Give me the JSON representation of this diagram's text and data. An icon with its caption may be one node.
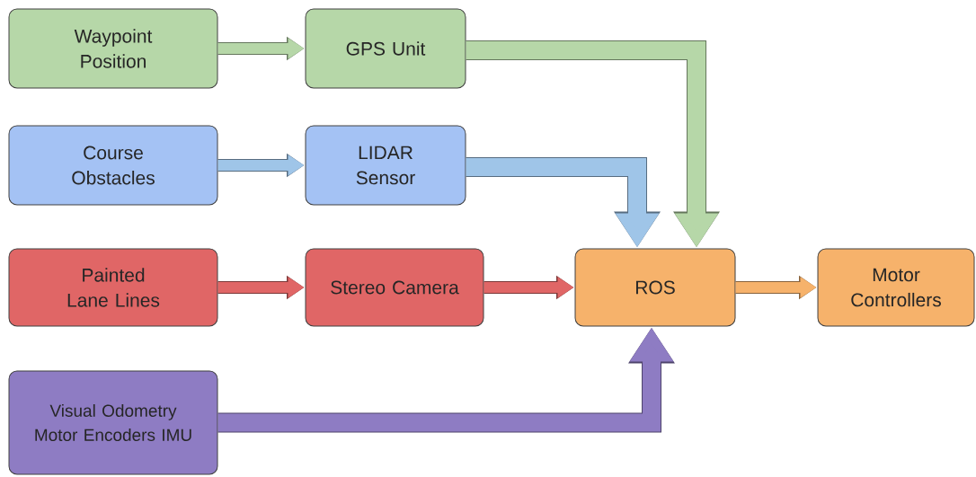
{
  "diagram": {
    "nodes": [
      {
        "text": [
          "Waypoint Position"
        ]
      },
      {
        "text": [
          "GPS Unit"
        ]
      },
      {
        "text": [
          "Course Obstacles"
        ]
      },
      {
        "text": [
          "LIDAR Sensor"
        ]
      },
      {
        "text": [
          "Painted Lane Lines"
        ]
      },
      {
        "text": [
          "Stereo Camera"
        ]
      },
      {
        "text": [
          "ROS"
        ]
      },
      {
        "text": [
          "Motor Controllers"
        ]
      },
      {
        "text": [
          "Visual Odometry Motor Encoders IMU"
        ]
      }
    ],
    "edges": [
      {
        "from": 0,
        "to": 1,
        "arrow": "to",
        "color": "#b6d7a8"
      },
      {
        "from": 2,
        "to": 3,
        "arrow": "to",
        "color": "#9fc5e8"
      },
      {
        "from": 4,
        "to": 5,
        "arrow": "to",
        "color": "#e06666"
      },
      {
        "from": 5,
        "to": 6,
        "arrow": "to",
        "color": "#e06666"
      },
      {
        "from": 6,
        "to": 7,
        "arrow": "to",
        "color": "#f6b26b"
      },
      {
        "from": 1,
        "to": 6,
        "arrow": "to",
        "color": "#b6d7a8"
      },
      {
        "from": 3,
        "to": 6,
        "arrow": "to",
        "color": "#9fc5e8"
      },
      {
        "from": 8,
        "to": 6,
        "arrow": "to",
        "color": "#8e7cc3"
      }
    ]
  }
}
